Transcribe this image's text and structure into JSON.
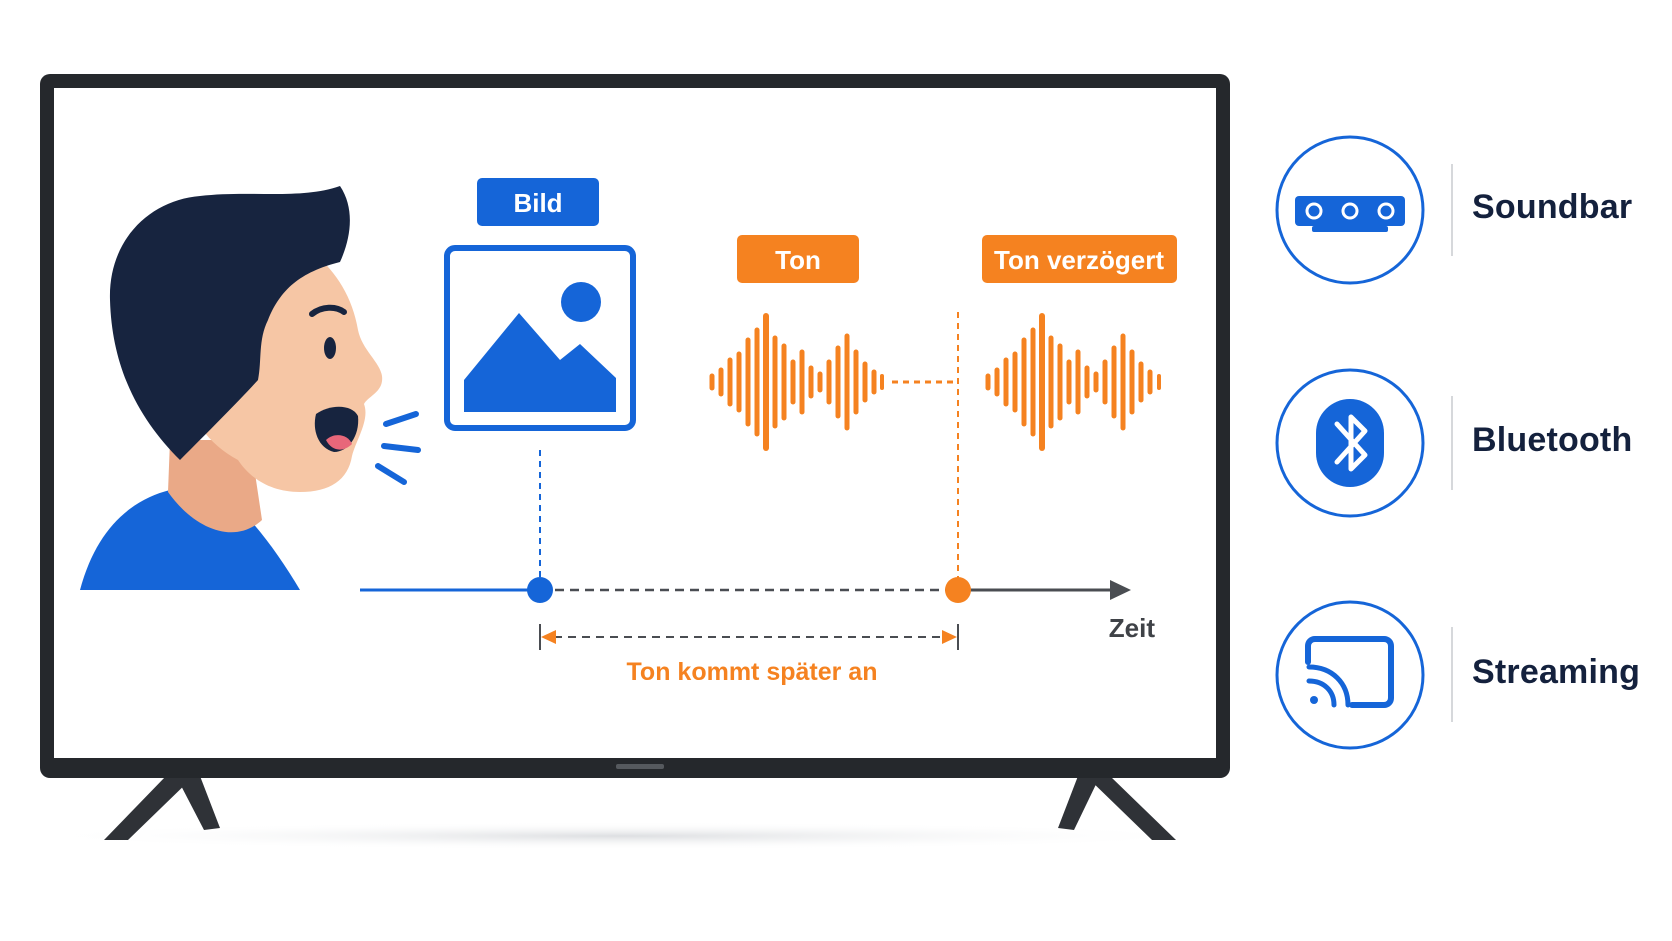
{
  "labels": {
    "bild": "Bild",
    "ton": "Ton",
    "ton_verzoegert": "Ton verzögert",
    "zeit": "Zeit",
    "delay_note": "Ton kommt später an"
  },
  "options": [
    {
      "label": "Soundbar",
      "icon": "soundbar-icon"
    },
    {
      "label": "Bluetooth",
      "icon": "bluetooth-icon"
    },
    {
      "label": "Streaming",
      "icon": "cast-icon"
    }
  ],
  "colors": {
    "blue": "#1565d8",
    "orange": "#f58220",
    "navy": "#14213d",
    "tv_frame": "#25282c",
    "skin": "#f6c6a5",
    "hair": "#17243f"
  }
}
